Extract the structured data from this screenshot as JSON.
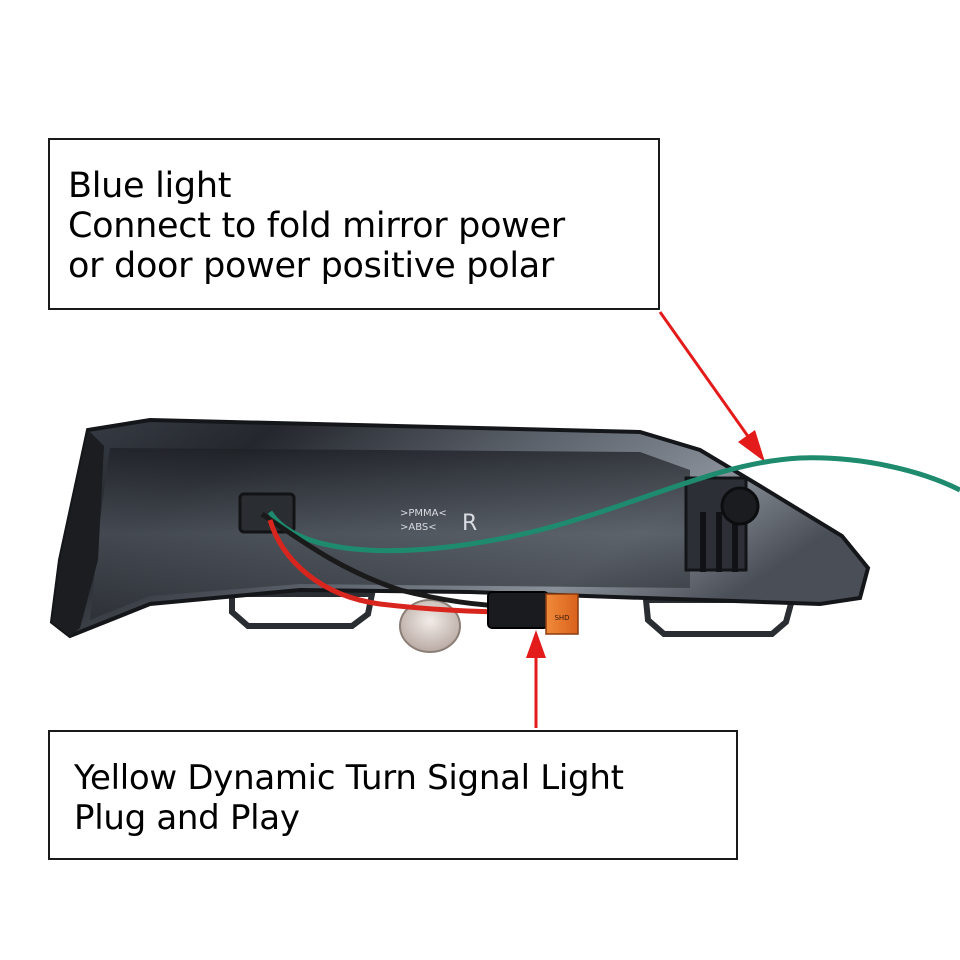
{
  "callouts": {
    "top": {
      "lines": [
        "Blue light",
        "Connect to fold mirror power",
        "or door power positive polar"
      ]
    },
    "bottom": {
      "lines": [
        "Yellow Dynamic Turn Signal Light",
        "Plug and Play"
      ]
    }
  },
  "housing_markings": {
    "line1": ">PMMA<",
    "line2": ">ABS<",
    "logo": "R"
  },
  "connector_label": "SHD",
  "colors": {
    "arrow": "#e31b1b",
    "green_wire": "#1e8a6e",
    "red_wire": "#d8261f",
    "black_wire": "#1a1a1a",
    "housing": "#2b2f36",
    "connector_pcb": "#e8762a",
    "callout_border": "#1a1a1a"
  }
}
